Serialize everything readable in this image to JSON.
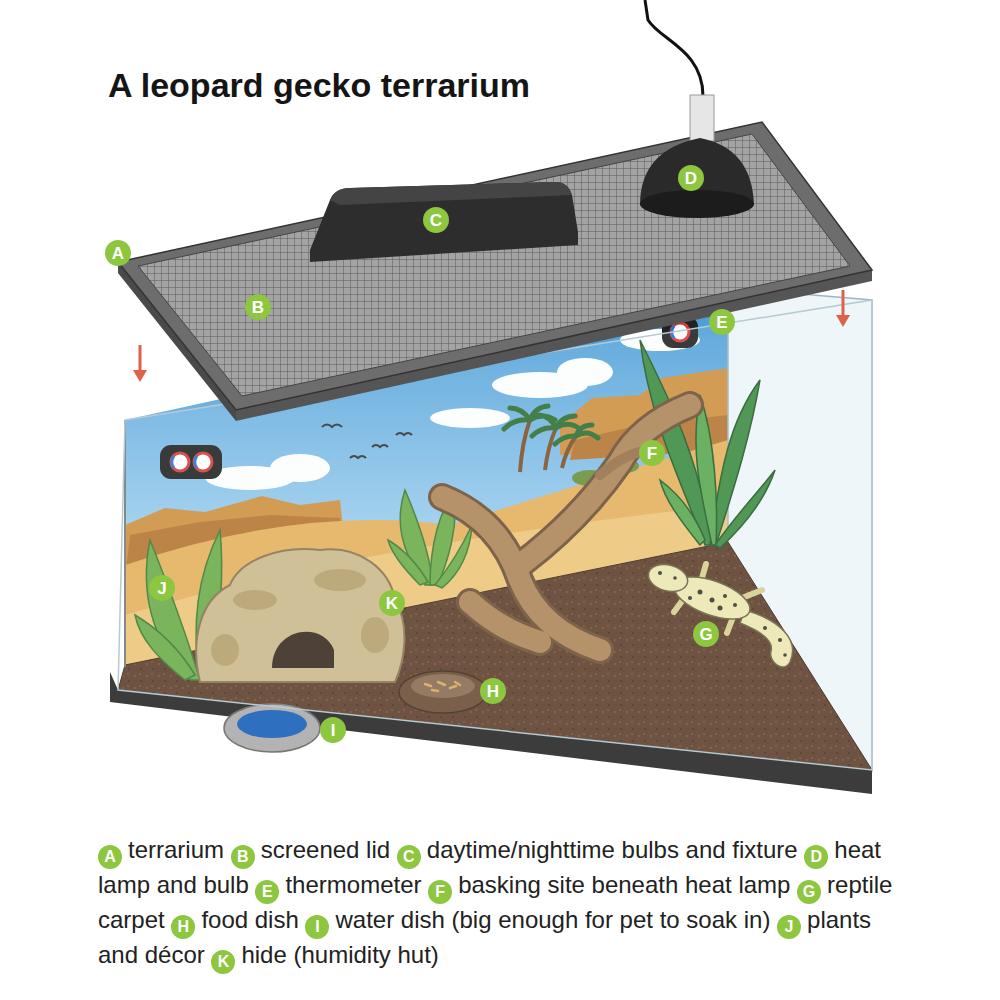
{
  "diagram": {
    "title": "A leopard gecko terrarium",
    "nodes": [
      {
        "text": [
          "A"
        ]
      },
      {
        "text": [
          "B"
        ]
      },
      {
        "text": [
          "C"
        ]
      },
      {
        "text": [
          "D"
        ]
      },
      {
        "text": [
          "E"
        ]
      },
      {
        "text": [
          "F"
        ]
      },
      {
        "text": [
          "G"
        ]
      },
      {
        "text": [
          "H"
        ]
      },
      {
        "text": [
          "I"
        ]
      },
      {
        "text": [
          "J"
        ]
      },
      {
        "text": [
          "K"
        ]
      },
      {
        "text": [
          "A"
        ]
      },
      {
        "text": [
          "B"
        ]
      },
      {
        "text": [
          "C"
        ]
      },
      {
        "text": [
          "D"
        ]
      },
      {
        "text": [
          "E"
        ]
      },
      {
        "text": [
          "F"
        ]
      },
      {
        "text": [
          "G"
        ]
      },
      {
        "text": [
          "H"
        ]
      },
      {
        "text": [
          "I"
        ]
      },
      {
        "text": [
          "J"
        ]
      },
      {
        "text": [
          "K"
        ]
      }
    ],
    "labels": [
      "terrarium",
      "screened lid",
      "daytime/nighttime bulbs and fixture",
      "heat lamp and bulb",
      "thermometer",
      "basking site beneath heat lamp",
      "reptile carpet",
      "food dish",
      "water dish (big enough for pet to soak in)",
      "plants and décor",
      "hide (humidity hut)"
    ]
  }
}
